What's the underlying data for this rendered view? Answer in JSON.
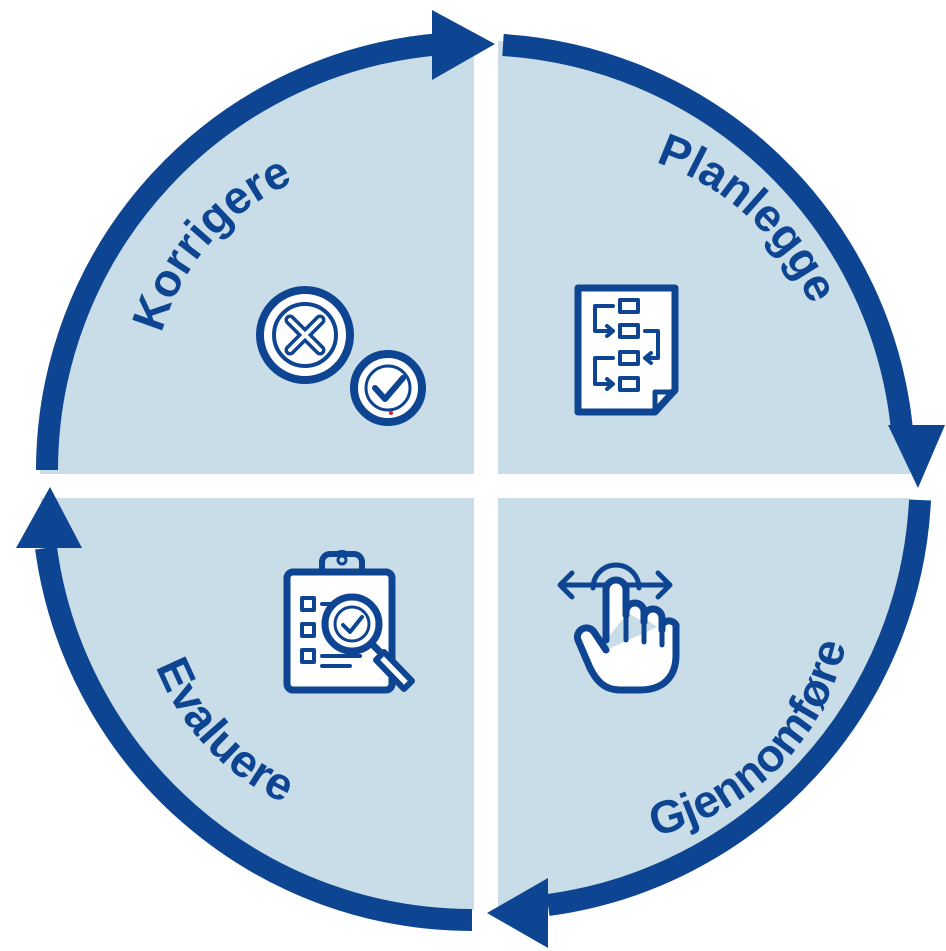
{
  "colors": {
    "quadrant_fill": "#c9dde8",
    "ring_color": "#0e4592",
    "icon_color": "#0e4592",
    "background": "#ffffff",
    "check_mark_color": "#d9262a"
  },
  "quadrants": {
    "top_left": {
      "label": "Korrigere",
      "icon": "x-and-check-circles-icon"
    },
    "top_right": {
      "label": "Planlegge",
      "icon": "flowchart-document-icon"
    },
    "bottom_right": {
      "label": "Gjennomføre",
      "icon": "hand-swipe-icon"
    },
    "bottom_left": {
      "label": "Evaluere",
      "icon": "clipboard-magnifier-icon"
    }
  }
}
